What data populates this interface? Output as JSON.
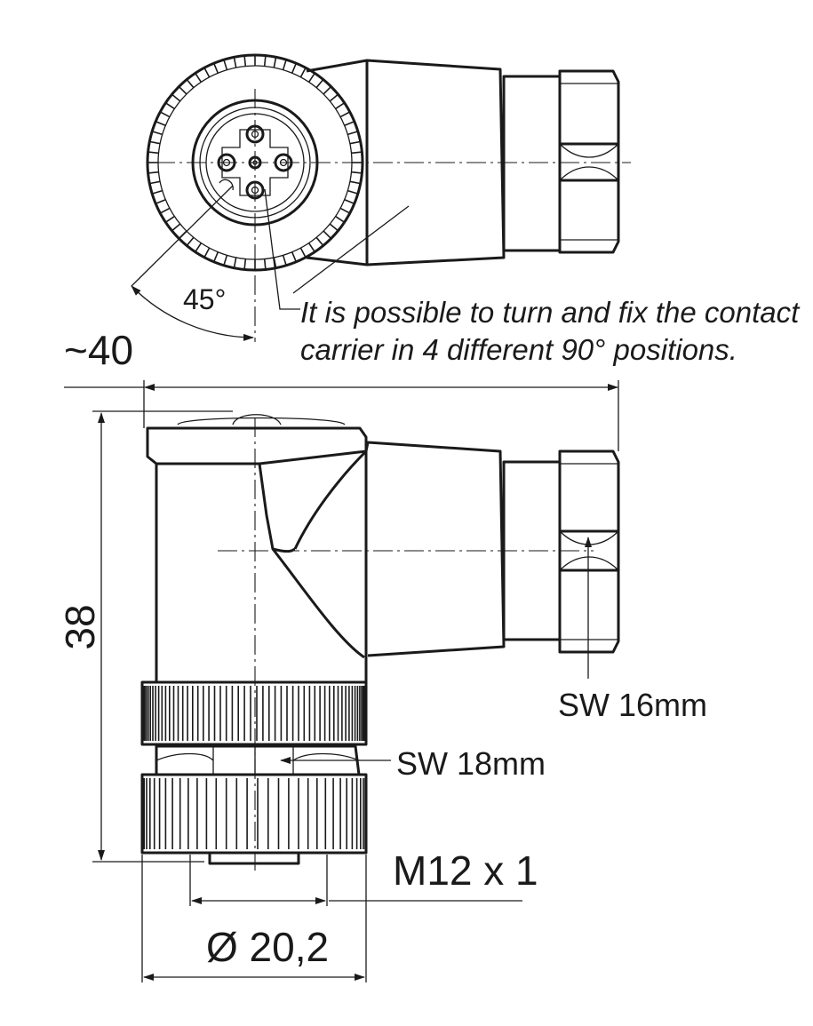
{
  "note": {
    "line1": "It is possible to turn and fix the contact",
    "line2": "carrier in 4 different 90° positions."
  },
  "dimensions": {
    "angle": "45°",
    "overall_length": "~40",
    "height": "38",
    "wrench_size_cable_nut": "SW 16mm",
    "wrench_size_body_nut": "SW 18mm",
    "thread": "M12 x 1",
    "diameter": "Ø 20,2"
  }
}
